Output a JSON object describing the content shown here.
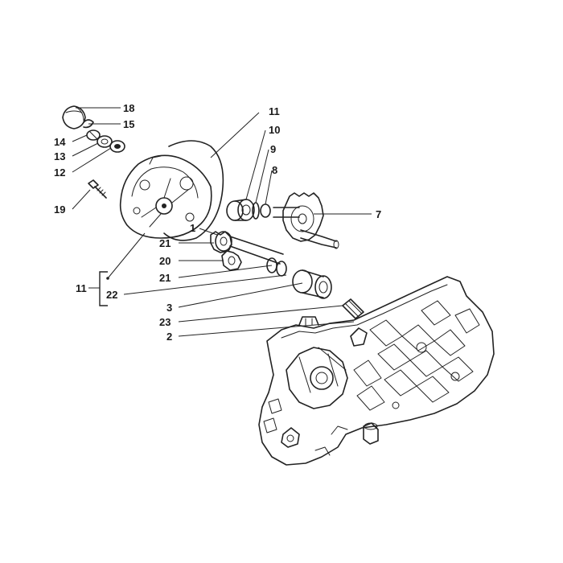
{
  "labels": {
    "l18": "18",
    "l15": "15",
    "l14": "14",
    "l13": "13",
    "l12": "12",
    "l19": "19",
    "l11a": "11",
    "l10": "10",
    "l9": "9",
    "l8": "8",
    "l7": "7",
    "l1": "1",
    "l21a": "21",
    "l20": "20",
    "l21b": "21",
    "l11b": "11",
    "l22": "22",
    "l3": "3",
    "l23": "23",
    "l2": "2"
  }
}
